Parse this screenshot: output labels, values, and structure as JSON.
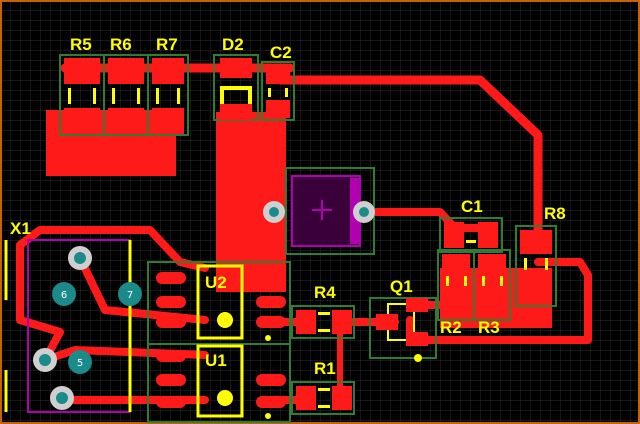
{
  "board": {
    "background": "#000000",
    "grid_color": "#2c2c2c",
    "border_color": "#c86400",
    "copper_color": "#ff1a1a",
    "label_color": "#ffff00",
    "pad_outline_color": "#2e7d32",
    "via_color": "#cfcfcf",
    "hole_color": "#1a8a8a",
    "purple_color": "#b000b0"
  },
  "labels": {
    "r5": "R5",
    "r6": "R6",
    "r7": "R7",
    "d2": "D2",
    "c2": "C2",
    "x1": "X1",
    "u2": "U2",
    "u1": "U1",
    "r4": "R4",
    "q1": "Q1",
    "r1": "R1",
    "r2": "R2",
    "r3": "R3",
    "c1": "C1",
    "r8": "R8"
  },
  "pins": {
    "p6": "6",
    "p7": "7",
    "p5": "5"
  }
}
